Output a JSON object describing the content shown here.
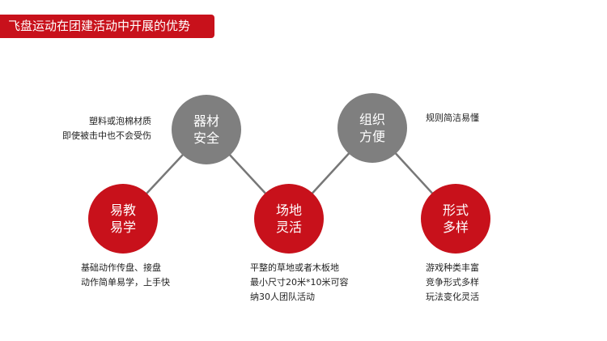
{
  "title": "飞盘运动在团建活动中开展的优势",
  "nodes": [
    {
      "line1": "器材",
      "line2": "安全",
      "desc": [
        "塑料或泡棉材质",
        "即使被击中也不会受伤"
      ]
    },
    {
      "line1": "易教",
      "line2": "易学",
      "desc": [
        "基础动作传盘、接盘",
        "动作简单易学，上手快"
      ]
    },
    {
      "line1": "场地",
      "line2": "灵活",
      "desc": [
        "平整的草地或者木板地",
        "最小尺寸20米*10米可容",
        "纳30人团队活动"
      ]
    },
    {
      "line1": "组织",
      "line2": "方便",
      "desc": [
        "规则简洁易懂"
      ]
    },
    {
      "line1": "形式",
      "line2": "多样",
      "desc": [
        "游戏种类丰富",
        "竞争形式多样",
        "玩法变化灵活"
      ]
    }
  ],
  "colors": {
    "red": "#c8111b",
    "gray": "#7f7f7f"
  }
}
